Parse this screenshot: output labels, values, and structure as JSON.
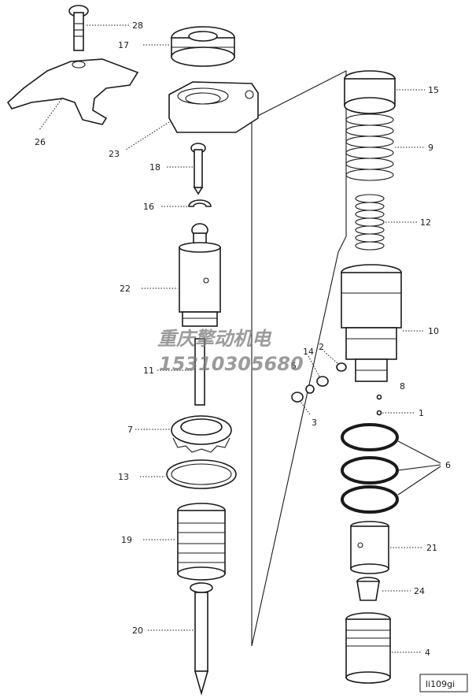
{
  "diagram": {
    "labels": {
      "p28": "28",
      "p17": "17",
      "p23": "23",
      "p26": "26",
      "p18": "18",
      "p16": "16",
      "p22": "22",
      "p11": "11",
      "p7": "7",
      "p13": "13",
      "p19": "19",
      "p20": "20",
      "p15": "15",
      "p9": "9",
      "p12": "12",
      "p10": "10",
      "p2": "2",
      "p14": "14",
      "p5": "5",
      "p3": "3",
      "p8": "8",
      "p1": "1",
      "p6": "6",
      "p21": "21",
      "p24": "24",
      "p4": "4"
    },
    "figure_id": "li109gi"
  },
  "watermark": {
    "line1": "重庆擎动机电",
    "line2": "15310305680"
  },
  "colors": {
    "ink": "#1a1a1a",
    "paper": "#ffffff",
    "watermark": "#7a7a7a"
  }
}
